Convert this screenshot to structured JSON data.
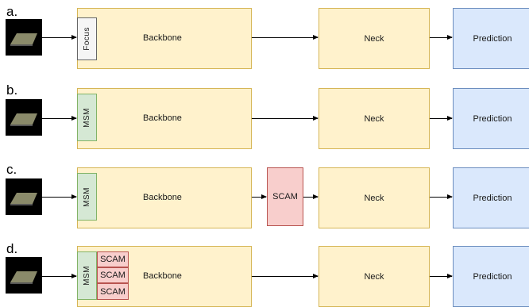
{
  "rows": [
    {
      "label": "a.",
      "first_module": "Focus",
      "backbone": "Backbone",
      "neck": "Neck",
      "prediction": "Prediction"
    },
    {
      "label": "b.",
      "first_module": "MSM",
      "backbone": "Backbone",
      "neck": "Neck",
      "prediction": "Prediction"
    },
    {
      "label": "c.",
      "first_module": "MSM",
      "backbone": "Backbone",
      "middle_module": "SCAM",
      "neck": "Neck",
      "prediction": "Prediction"
    },
    {
      "label": "d.",
      "first_module": "MSM",
      "backbone": "Backbone",
      "scam_cells": [
        "SCAM",
        "SCAM",
        "SCAM"
      ],
      "neck": "Neck",
      "prediction": "Prediction"
    }
  ],
  "colors": {
    "backbone_fill": "#fff2cc",
    "backbone_stroke": "#d6b656",
    "prediction_fill": "#dae8fc",
    "prediction_stroke": "#6c8ebf",
    "scam_fill": "#f8cecc",
    "scam_stroke": "#b85450",
    "msm_fill": "#d5e8d4",
    "msm_stroke": "#82b366",
    "focus_fill": "#f5f5f5",
    "focus_stroke": "#666666"
  }
}
